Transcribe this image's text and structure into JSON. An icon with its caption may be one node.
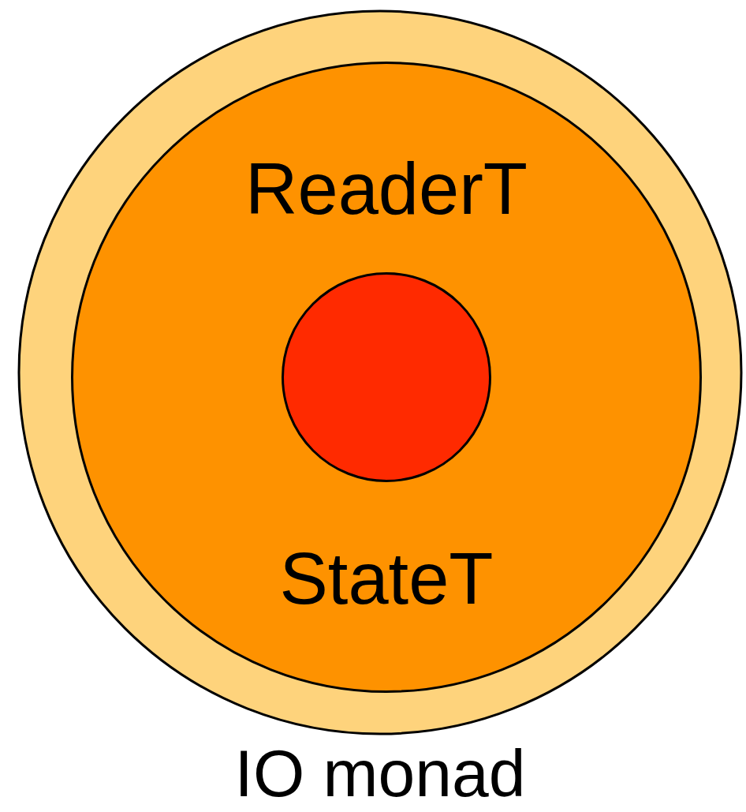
{
  "diagram": {
    "nodes": [
      {
        "text": [
          "IO monad"
        ]
      },
      {
        "text": [
          "ReaderT",
          "StateT"
        ],
        "in": 0
      },
      {
        "text": [],
        "shape": "circle",
        "in": 1
      }
    ]
  }
}
